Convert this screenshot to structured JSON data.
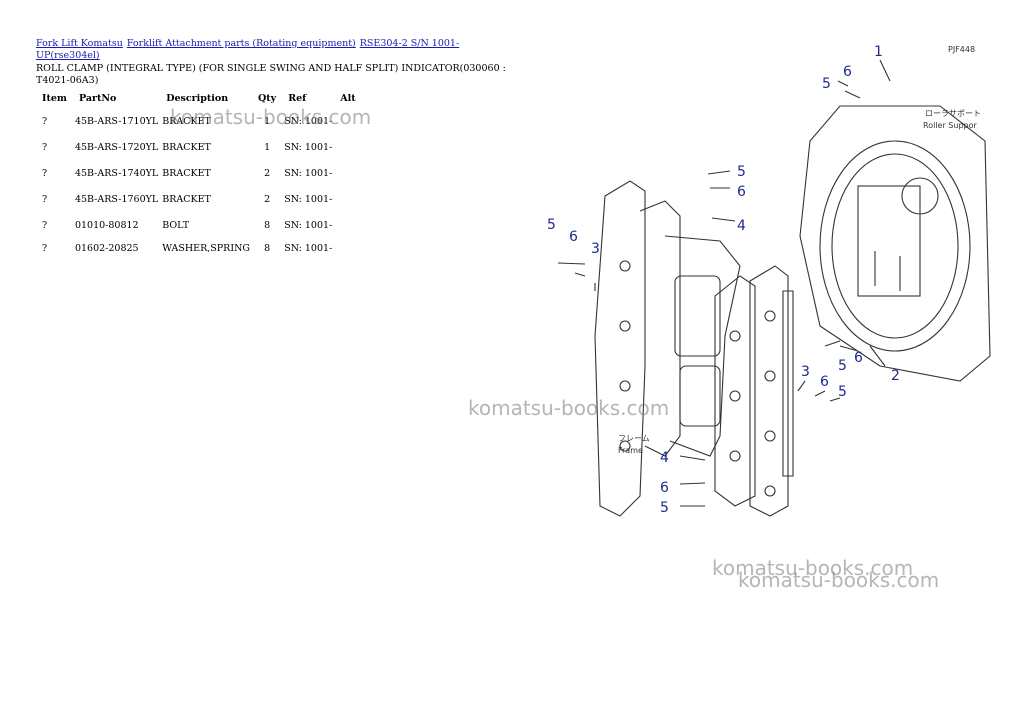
{
  "breadcrumbs": [
    "Fork Lift Komatsu",
    "Forklift Attachment parts (Rotating equipment)",
    "RSE304-2 S/N 1001-UP(rse304el)"
  ],
  "title": "ROLL CLAMP (INTEGRAL TYPE) (FOR SINGLE SWING AND HALF SPLIT) INDICATOR(030060 : T4021-06A3)",
  "table": {
    "headers": [
      "Item",
      "PartNo",
      "Description",
      "Qty",
      "Ref",
      "Alt"
    ],
    "rows": [
      {
        "item": "?",
        "part": "45B-ARS-1710YL",
        "desc": "BRACKET",
        "qty": "1",
        "ref": "SN: 1001-",
        "alt": ""
      },
      {
        "item": "?",
        "part": "45B-ARS-1720YL",
        "desc": "BRACKET",
        "qty": "1",
        "ref": "SN: 1001-",
        "alt": ""
      },
      {
        "item": "?",
        "part": "45B-ARS-1740YL",
        "desc": "BRACKET",
        "qty": "2",
        "ref": "SN: 1001-",
        "alt": ""
      },
      {
        "item": "?",
        "part": "45B-ARS-1760YL",
        "desc": "BRACKET",
        "qty": "2",
        "ref": "SN: 1001-",
        "alt": ""
      },
      {
        "item": "?",
        "part": "01010-80812",
        "desc": "BOLT",
        "qty": "8",
        "ref": "SN: 1001-",
        "alt": ""
      },
      {
        "item": "?",
        "part": "01602-20825",
        "desc": "WASHER,SPRING",
        "qty": "8",
        "ref": "SN: 1001-",
        "alt": ""
      }
    ]
  },
  "watermark": "komatsu-books.com",
  "diagram": {
    "code": "PJF448",
    "support_label_jp": "ローラサポート",
    "support_label": "Roller Suppor",
    "frame_label_jp": "フレーム",
    "frame_label": "Frame",
    "callouts": [
      "1",
      "6",
      "5",
      "5",
      "6",
      "4",
      "5",
      "6",
      "3",
      "5",
      "6",
      "2",
      "3",
      "6",
      "5",
      "4",
      "6",
      "5"
    ],
    "callout_color": "#1e2a8c"
  }
}
